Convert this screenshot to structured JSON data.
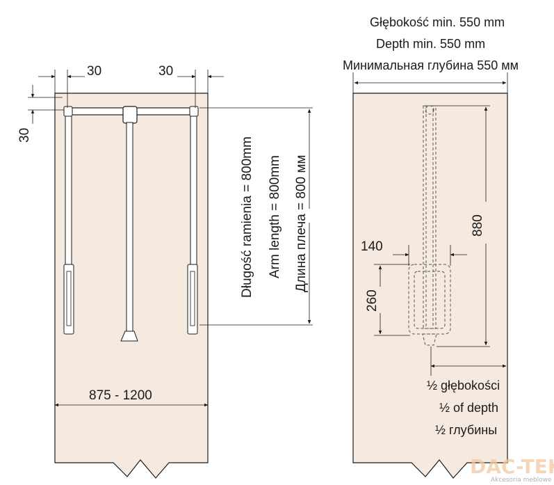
{
  "front_view": {
    "dim_left_margin": "30",
    "dim_right_margin": "30",
    "dim_top_offset": "30",
    "arm_length_lines": [
      "Długość ramienia = 800mm",
      "Arm length = 800mm",
      "Длина плеча = 800 мм"
    ],
    "width_range": "875 - 1200"
  },
  "side_view": {
    "depth_lines": [
      "Głębokość min. 550 mm",
      "Depth min. 550 mm",
      "Минимальная глубина 550 мм"
    ],
    "dim_height": "880",
    "dim_width": "140",
    "dim_box_height": "260",
    "half_depth_lines": [
      "½ głębokości",
      "½ of depth",
      "½ глубины"
    ]
  },
  "watermark": {
    "logo_text": "DAC-TEK",
    "logo_subtitle": "Akcesoria meblowe"
  },
  "colors": {
    "panel_fill": "#f5e9e0",
    "line": "#1a1a1a",
    "rail_fill": "#ffffff"
  }
}
